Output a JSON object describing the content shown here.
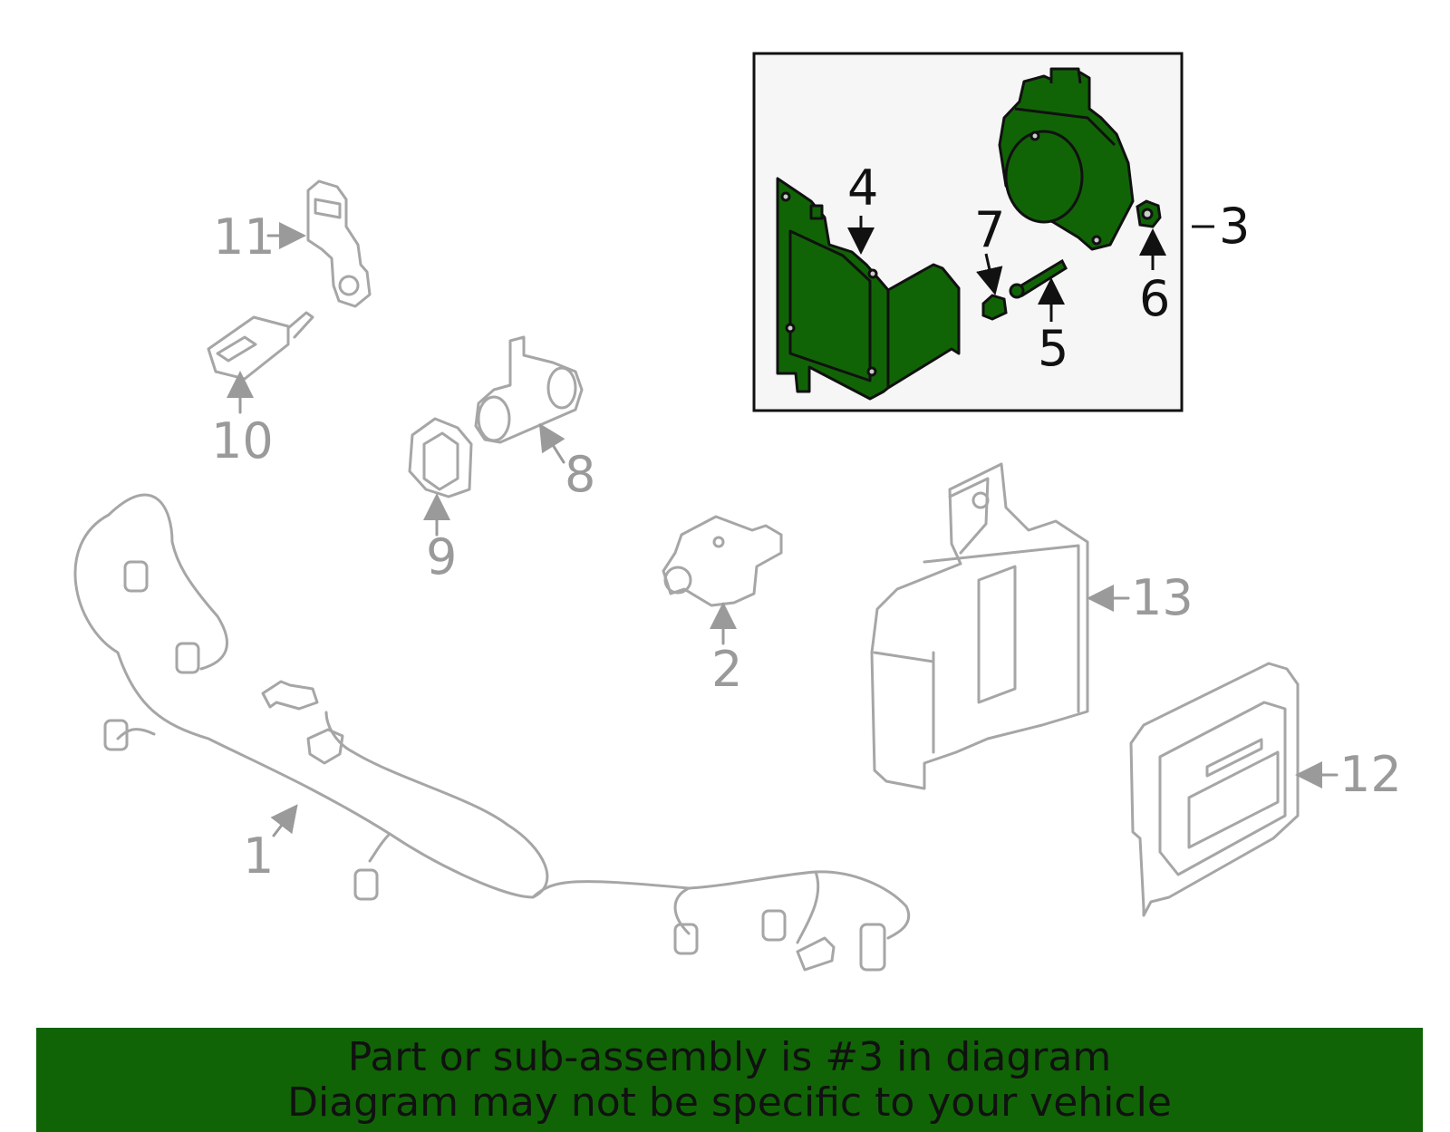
{
  "colors": {
    "highlight_fill": "#116406",
    "outline_grey": "#a6a6a6",
    "inset_bg": "#f6f6f6",
    "banner_bg": "#116406",
    "banner_text": "#111111"
  },
  "callouts": {
    "c1": "1",
    "c2": "2",
    "c3": "3",
    "c4": "4",
    "c5": "5",
    "c6": "6",
    "c7": "7",
    "c8": "8",
    "c9": "9",
    "c10": "10",
    "c11": "11",
    "c12": "12",
    "c13": "13"
  },
  "highlighted_part": "3",
  "banner": {
    "line1": "Part or sub-assembly is #3 in diagram",
    "line2": "Diagram may not be specific to your vehicle"
  }
}
